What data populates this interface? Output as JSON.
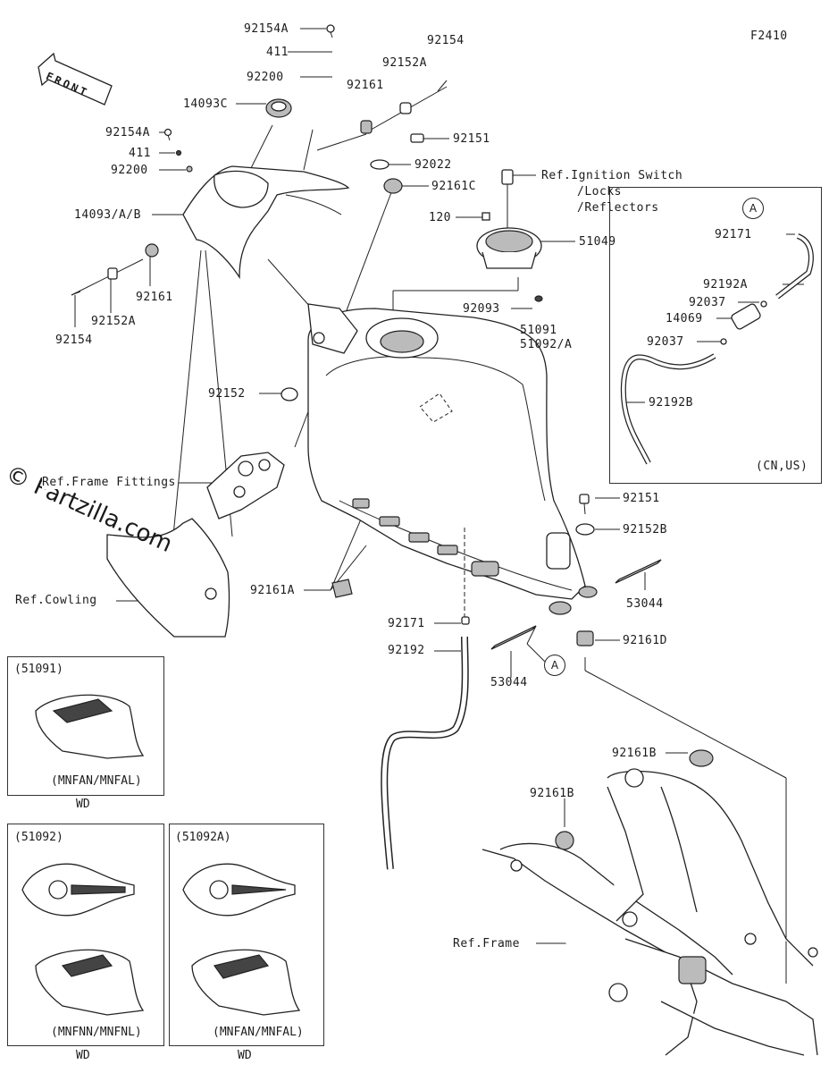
{
  "figure_code": "F2410",
  "front_label": "FRONT",
  "watermark": "© Partzilla.com",
  "labels": {
    "p92154A_top": "92154A",
    "p411_top": "411",
    "p92200_top": "92200",
    "p14093C": "14093C",
    "p92154A_left": "92154A",
    "p411_left": "411",
    "p92200_left": "92200",
    "p14093AB": "14093/A/B",
    "p92161_left": "92161",
    "p92152A_left": "92152A",
    "p92154_left": "92154",
    "p92154_top": "92154",
    "p92152A_top": "92152A",
    "p92161_top": "92161",
    "p92151_top": "92151",
    "p92022": "92022",
    "p92161C": "92161C",
    "p120": "120",
    "p51049": "51049",
    "p92093": "92093",
    "p51091": "51091",
    "p51092A": "51092/A",
    "p92152": "92152",
    "ref_ignition_1": "Ref.Ignition Switch",
    "ref_ignition_2": "/Locks",
    "ref_ignition_3": "/Reflectors",
    "ref_frame_fittings": "Ref.Frame Fittings",
    "ref_cowling": "Ref.Cowling",
    "p92161A": "92161A",
    "p92171_mid": "92171",
    "p92192": "92192",
    "p53044_low": "53044",
    "p92151_mid": "92151",
    "p92152B": "92152B",
    "p53044_right": "53044",
    "p92161D": "92161D",
    "p92161B_top": "92161B",
    "p92161B_mid": "92161B",
    "ref_frame": "Ref.Frame",
    "p92171_box": "92171",
    "p92192A": "92192A",
    "p92037_a": "92037",
    "p14069": "14069",
    "p92037_b": "92037",
    "p92192B": "92192B"
  },
  "callouts": {
    "a_box": "A",
    "a_main": "A"
  },
  "insets": {
    "cn_us": "(CN,US)",
    "i51091_title": "(51091)",
    "i51091_variant": "(MNFAN/MNFAL)",
    "i51091_caption": "WD",
    "i51092_title": "(51092)",
    "i51092_variant": "(MNFNN/MNFNL)",
    "i51092_caption": "WD",
    "i51092A_title": "(51092A)",
    "i51092A_variant": "(MNFAN/MNFAL)",
    "i51092A_caption": "WD"
  }
}
